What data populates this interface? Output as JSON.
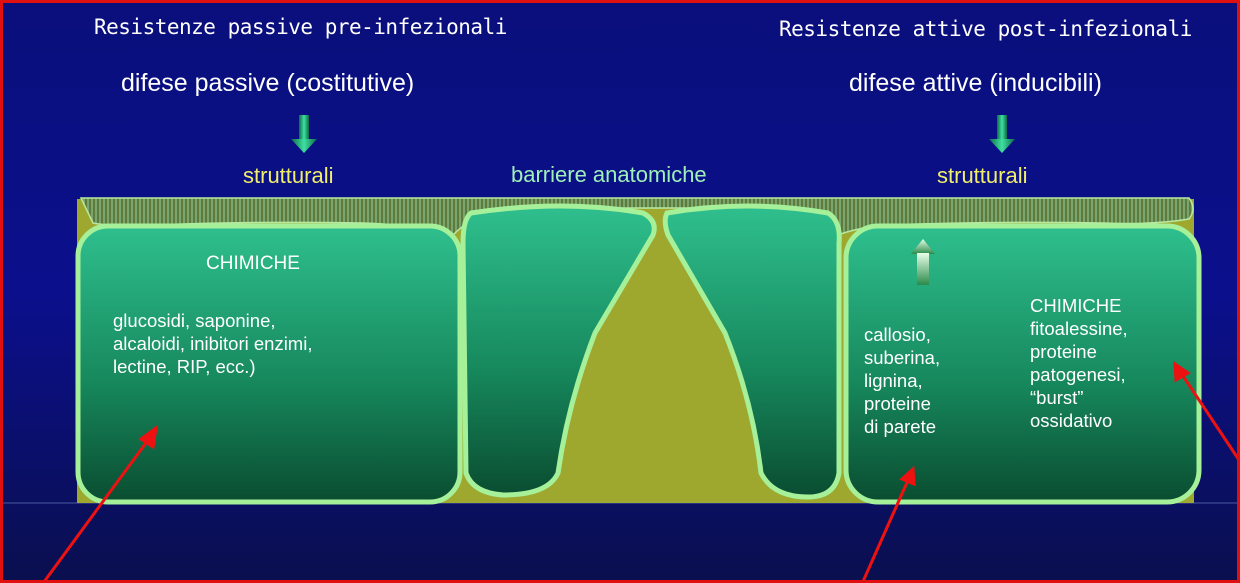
{
  "headers": {
    "left": "Resistenze passive pre-infezionali",
    "right": "Resistenze attive post-infezionali"
  },
  "subheaders": {
    "left": "difese passive (costitutive)",
    "right": "difese attive (inducibili)"
  },
  "labels": {
    "strutturali_left": "strutturali",
    "barriere": "barriere anatomiche",
    "strutturali_right": "strutturali"
  },
  "left_cell": {
    "title": "CHIMICHE",
    "lines": [
      "glucosidi, saponine,",
      "alcaloidi, inibitori enzimi,",
      "lectine, RIP, ecc.)"
    ]
  },
  "right_cell": {
    "structural_lines": [
      "callosio,",
      "suberina,",
      "lignina,",
      "proteine",
      "di parete"
    ],
    "chemical_title": "CHIMICHE",
    "chemical_lines": [
      "fitoalessine,",
      "proteine",
      "patogenesi,",
      "“burst”",
      "ossidativo"
    ]
  },
  "colors": {
    "background_top": "#0a0f7a",
    "background_bottom": "#0a0f4e",
    "tissue": "#9ea82f",
    "cell_outline": "#a6f09a",
    "cell_fill_top": "#2cba8a",
    "cell_fill_bottom": "#0b5234",
    "red_arrow": "#ee1111",
    "label_yellow": "#f1ee6a",
    "label_mint": "#9ff0b8"
  }
}
